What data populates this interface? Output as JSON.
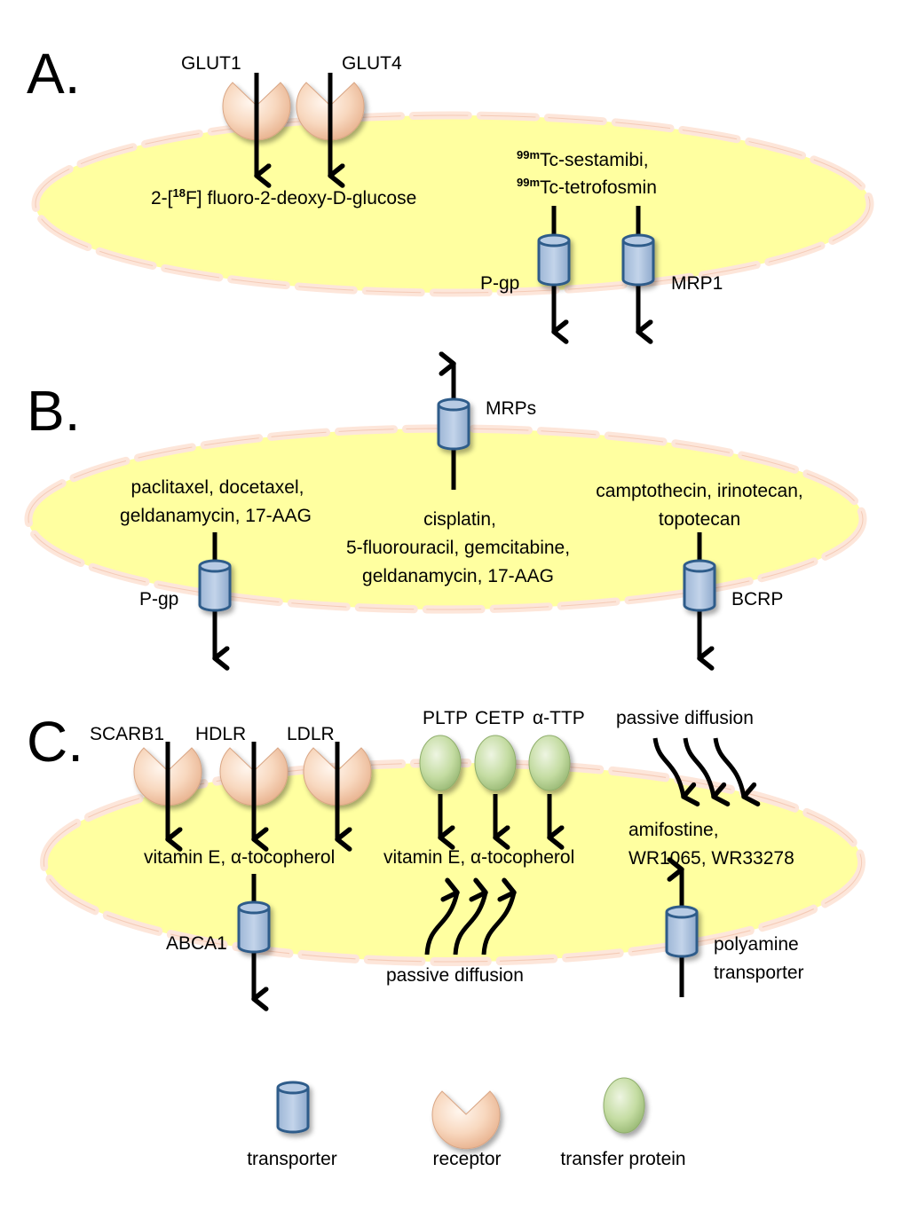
{
  "panels": {
    "A": {
      "letter": "A.",
      "receptors": [
        "GLUT1",
        "GLUT4"
      ],
      "substrate": {
        "pre": "2-[",
        "sup": "18",
        "post": "F] fluoro-2-deoxy-D-glucose"
      },
      "tracer": {
        "sup": "99m",
        "line1": "Tc-sestamibi,",
        "line2": "Tc-tetrofosmin"
      },
      "transporters": [
        "P-gp",
        "MRP1"
      ]
    },
    "B": {
      "letter": "B.",
      "mrps": "MRPs",
      "left_drugs": [
        "paclitaxel, docetaxel,",
        "geldanamycin, 17-AAG"
      ],
      "center_drugs": [
        "cisplatin,",
        "5-fluorouracil, gemcitabine,",
        "geldanamycin, 17-AAG"
      ],
      "right_drugs": [
        "camptothecin, irinotecan,",
        "topotecan"
      ],
      "pgp": "P-gp",
      "bcrp": "BCRP"
    },
    "C": {
      "letter": "C.",
      "receptors": [
        "SCARB1",
        "HDLR",
        "LDLR"
      ],
      "transfer_proteins": [
        "PLTP",
        "CETP",
        "α-TTP"
      ],
      "passive_top": "passive diffusion",
      "vitamin_left": "vitamin E, α-tocopherol",
      "vitamin_right": "vitamin E, α-tocopherol",
      "amifostine": [
        "amifostine,",
        "WR1065, WR33278"
      ],
      "abca1": "ABCA1",
      "passive_bottom": "passive diffusion",
      "polyamine": [
        "polyamine",
        "transporter"
      ]
    }
  },
  "legend": {
    "transporter": "transporter",
    "receptor": "receptor",
    "transfer_protein": "transfer protein"
  },
  "colors": {
    "cell_fill": "#ffffa0",
    "membrane_segment": "#fde7dc",
    "transporter_fill": "#a9c0dd",
    "transporter_stroke": "#2f5b8a",
    "receptor_fill": "#f6d2b6",
    "transfer_fill": "#bcd69a"
  }
}
